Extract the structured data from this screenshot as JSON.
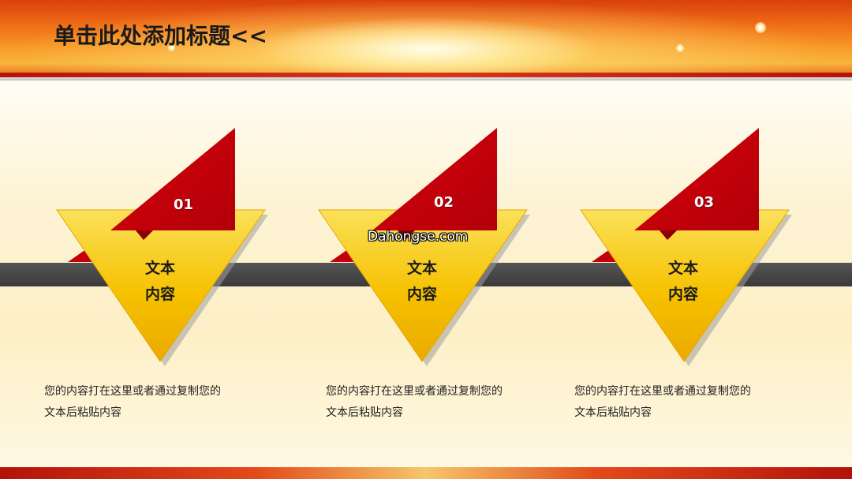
{
  "slide": {
    "title": "单击此处添加标题<<"
  },
  "watermark": {
    "text": "Dahongse.com"
  },
  "colors": {
    "accent_red": "#c8000a",
    "accent_gold": "#f5c400",
    "bar_dark": "#444444",
    "header_orange": "#ee6a14"
  },
  "items": [
    {
      "number": "01",
      "heading_line1": "文本",
      "heading_line2": "内容",
      "description_line1": "您的内容打在这里或者通过复制您的",
      "description_line2": "文本后粘贴内容"
    },
    {
      "number": "02",
      "heading_line1": "文本",
      "heading_line2": "内容",
      "description_line1": "您的内容打在这里或者通过复制您的",
      "description_line2": "文本后粘贴内容"
    },
    {
      "number": "03",
      "heading_line1": "文本",
      "heading_line2": "内容",
      "description_line1": "您的内容打在这里或者通过复制您的",
      "description_line2": "文本后粘贴内容"
    }
  ]
}
